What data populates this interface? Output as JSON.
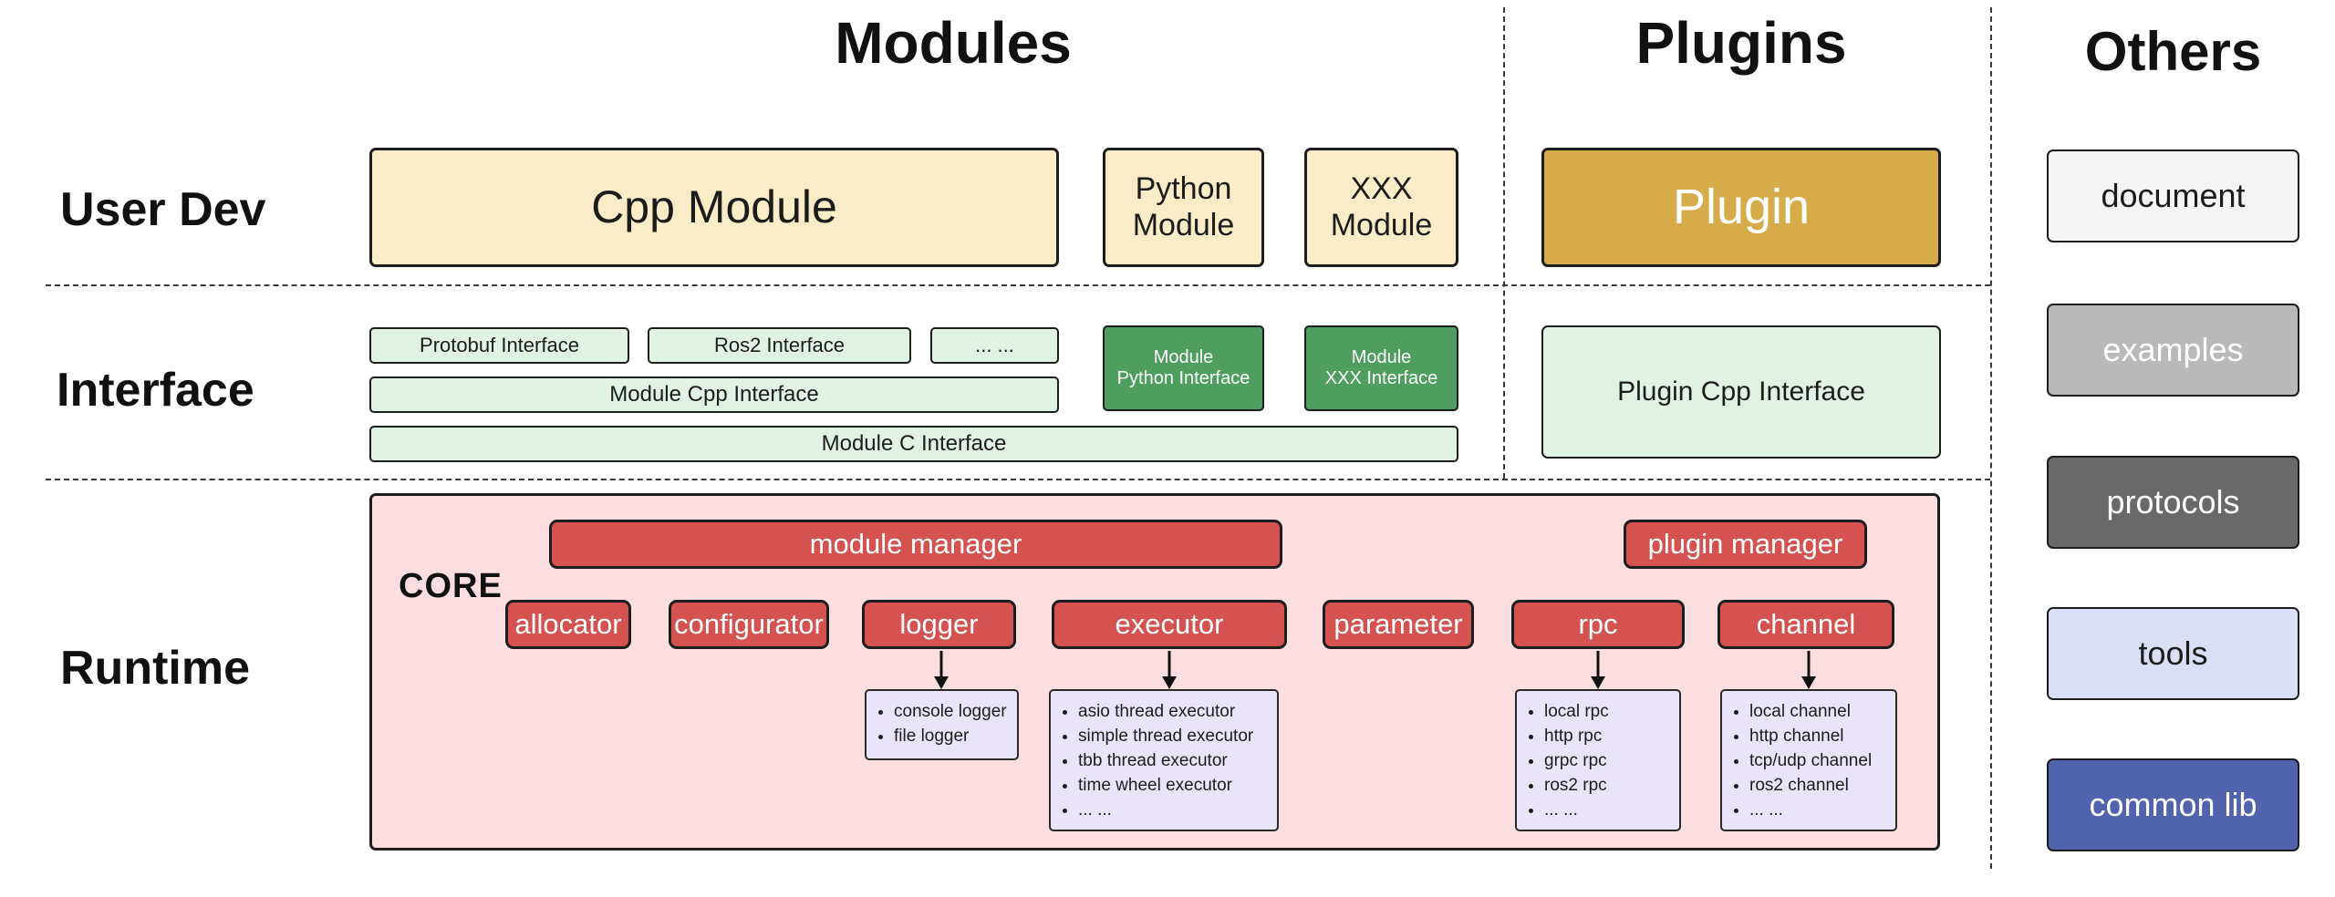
{
  "headers": {
    "modules": "Modules",
    "plugins": "Plugins",
    "others": "Others"
  },
  "row_labels": {
    "user_dev": "User Dev",
    "interface": "Interface",
    "runtime": "Runtime"
  },
  "modules": {
    "user_dev": {
      "cpp_module": "Cpp Module",
      "python_module": "Python\nModule",
      "xxx_module": "XXX\nModule"
    },
    "interface": {
      "protobuf": "Protobuf Interface",
      "ros2": "Ros2 Interface",
      "dots": "... ...",
      "module_python": "Module\nPython Interface",
      "module_xxx": "Module\nXXX Interface",
      "module_cpp": "Module Cpp Interface",
      "module_c": "Module C Interface"
    }
  },
  "plugins": {
    "plugin": "Plugin",
    "plugin_cpp_interface": "Plugin Cpp Interface"
  },
  "runtime": {
    "core_label": "CORE",
    "module_manager": "module manager",
    "plugin_manager": "plugin manager",
    "components": [
      "allocator",
      "configurator",
      "logger",
      "executor",
      "parameter",
      "rpc",
      "channel"
    ],
    "logger_items": [
      "console logger",
      "file logger"
    ],
    "executor_items": [
      "asio thread executor",
      "simple thread executor",
      "tbb thread executor",
      "time wheel executor",
      "... ..."
    ],
    "rpc_items": [
      "local rpc",
      "http rpc",
      "grpc rpc",
      "ros2 rpc",
      "... ..."
    ],
    "channel_items": [
      "local channel",
      "http channel",
      "tcp/udp channel",
      "ros2 channel",
      "... ..."
    ]
  },
  "others": {
    "items": [
      "document",
      "examples",
      "protocols",
      "tools",
      "common lib"
    ]
  },
  "colors": {
    "cream": "#faecc6",
    "gold": "#d5ac49",
    "light_green": "#dff2e4",
    "dark_green": "#4e9e5f",
    "core_pink": "#fcdee1",
    "red": "#d45350",
    "list_purple": "#eae4fb",
    "document_gray": "#f4f4f4",
    "examples_gray": "#b9b9b9",
    "protocols_gray": "#696969",
    "tools_lavender": "#dbdff6",
    "common_lib_blue": "#5163ad"
  }
}
